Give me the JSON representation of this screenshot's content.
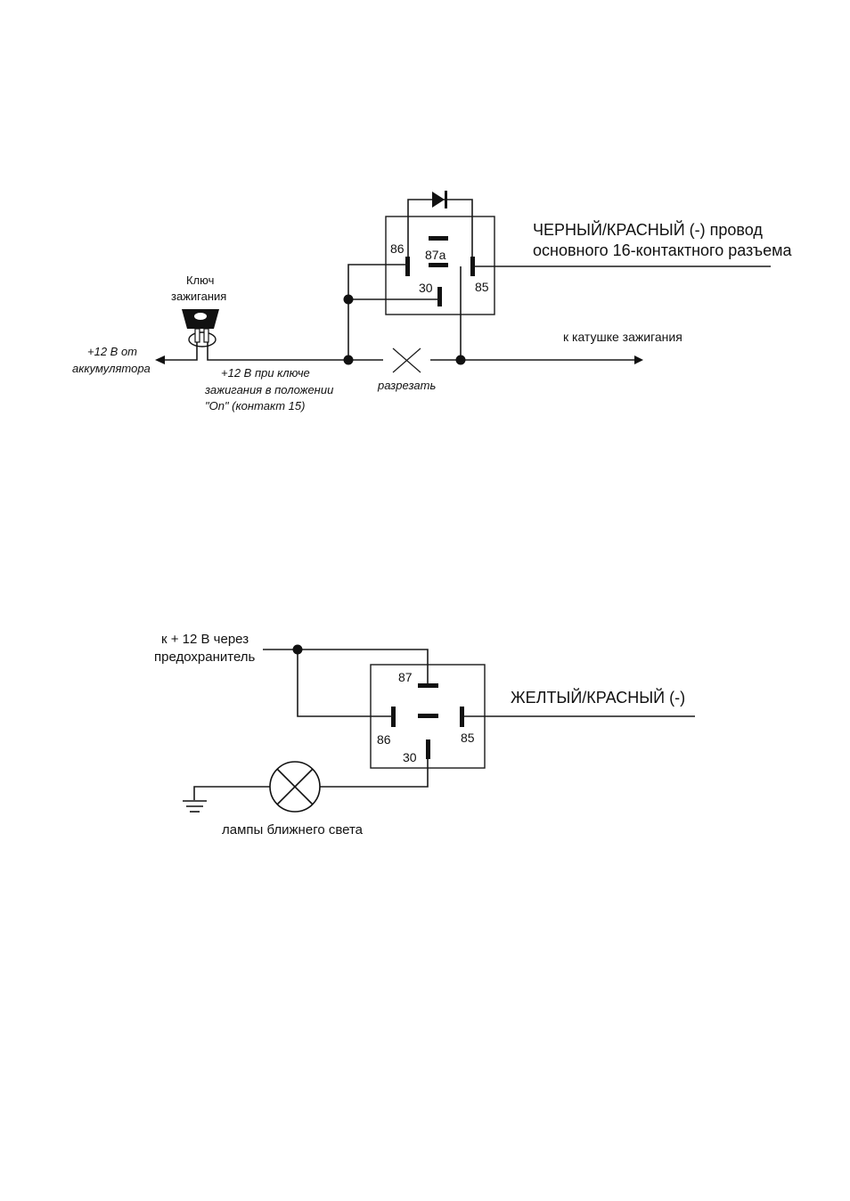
{
  "diagram_top": {
    "relay_pins": {
      "p86": "86",
      "p87a": "87a",
      "p85": "85",
      "p30": "30"
    },
    "wire_label_line1": "ЧЕРНЫЙ/КРАСНЫЙ (-) провод",
    "wire_label_line2": "основного 16-контактного разъема",
    "ignition_key_line1": "Ключ",
    "ignition_key_line2": "зажигания",
    "battery_line1": "+12 В от",
    "battery_line2": "аккумулятора",
    "ign_on_line1": "+12 В при ключе",
    "ign_on_line2": "зажигания  в положении",
    "ign_on_line3": "\"On\" (контакт 15)",
    "cut_label": "разрезать",
    "coil_label": "к катушке зажигания"
  },
  "diagram_bottom": {
    "relay_pins": {
      "p87": "87",
      "p86": "86",
      "p85": "85",
      "p30": "30"
    },
    "fuse_line1": "к + 12 В через",
    "fuse_line2": "предохранитель",
    "wire_label": "ЖЕЛТЫЙ/КРАСНЫЙ (-)",
    "lamp_label": "лампы ближнего света"
  }
}
